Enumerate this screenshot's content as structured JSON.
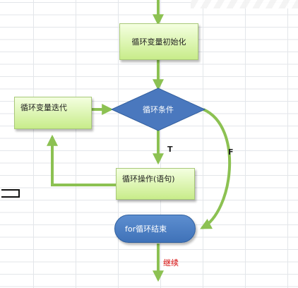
{
  "nodes": {
    "init": "循环变量初始化",
    "condition": "循环条件",
    "iterate": "循环变量迭代",
    "operation": "循环操作(语句)",
    "end": "for循环结束"
  },
  "edges": {
    "true_label": "T",
    "false_label": "F",
    "continue_label": "继续"
  },
  "colors": {
    "arrow": "#8cc152",
    "process_fill": "#d9f5a8",
    "terminator_fill": "#4a7fc4",
    "decision_fill": "#4a78be",
    "continue_text": "#d40000"
  }
}
